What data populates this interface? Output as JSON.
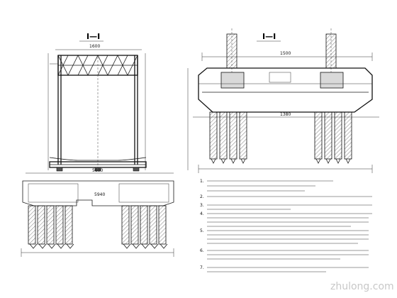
{
  "left_view": {
    "title": "Ⅰ—Ⅰ",
    "dims": {
      "top_width": "1600",
      "mid_width": "5600",
      "base_width": "5940"
    }
  },
  "right_view": {
    "title": "Ⅰ—Ⅰ",
    "dims": {
      "top_width": "1500",
      "mid_width": "1380"
    }
  },
  "notes": {
    "markers": [
      "1.",
      "2.",
      "3.",
      "4.",
      "5.",
      "6.",
      "7."
    ]
  },
  "watermark": "zhulong.com"
}
